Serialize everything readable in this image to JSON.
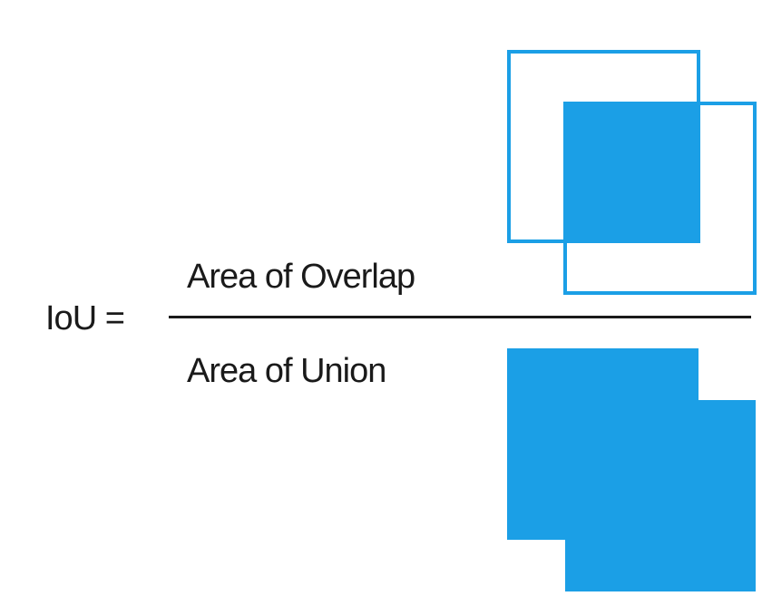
{
  "formula": {
    "lhs": "IoU =",
    "numerator": "Area of Overlap",
    "denominator": "Area of Union"
  },
  "colors": {
    "box": "#1b9fe6",
    "text": "#1a1a1a",
    "background": "#ffffff"
  }
}
